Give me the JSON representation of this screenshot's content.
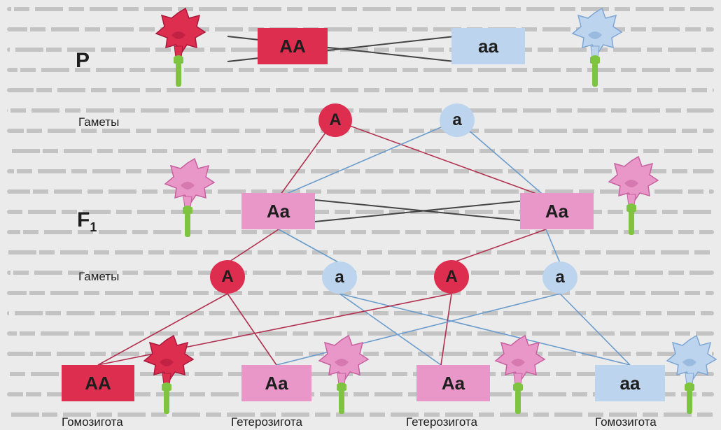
{
  "labels": {
    "p": "P",
    "gametes1": "Гаметы",
    "f1": "F",
    "f1_sub": "1",
    "gametes2": "Гаметы",
    "homozygote_left": "Гомозигота",
    "heterozygote_1": "Гетерозигота",
    "heterozygote_2": "Гетерозигота",
    "homozygote_right": "Гомозигота"
  },
  "genotypes": {
    "parent_dominant": "AA",
    "parent_recessive": "aa",
    "f1_left": "Aa",
    "f1_right": "Aa",
    "f2_1": "AA",
    "f2_2": "Aa",
    "f2_3": "Aa",
    "f2_4": "aa"
  },
  "gametes": {
    "g1_dominant": "A",
    "g1_recessive": "a",
    "g2_1": "A",
    "g2_2": "a",
    "g2_3": "A",
    "g2_4": "a"
  },
  "colors": {
    "dominant_red": "#dd2e4f",
    "heterozygous_pink": "#e897c8",
    "recessive_blue": "#bcd4ee",
    "stem_green": "#7ec441",
    "line_red": "#b1304f",
    "line_blue": "#6b9ccc"
  },
  "icons": [
    "red-flower-icon",
    "pink-flower-icon",
    "blue-flower-icon"
  ]
}
